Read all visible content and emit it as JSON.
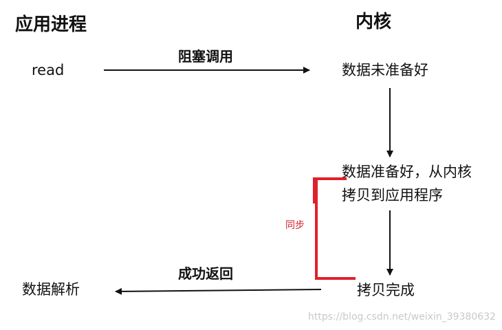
{
  "headers": {
    "left": "应用进程",
    "right": "内核"
  },
  "left_column": {
    "read": "read",
    "parse": "数据解析"
  },
  "right_column": {
    "not_ready": "数据未准备好",
    "ready_line1": "数据准备好，从内核",
    "ready_line2": "拷贝到应用程序",
    "copy_done": "拷贝完成"
  },
  "arrows": {
    "blocking_call": "阻塞调用",
    "success_return": "成功返回"
  },
  "sync_bracket": {
    "label": "同步",
    "color": "#e0202a"
  },
  "watermark": "https://blog.csdn.net/weixin_39380632"
}
